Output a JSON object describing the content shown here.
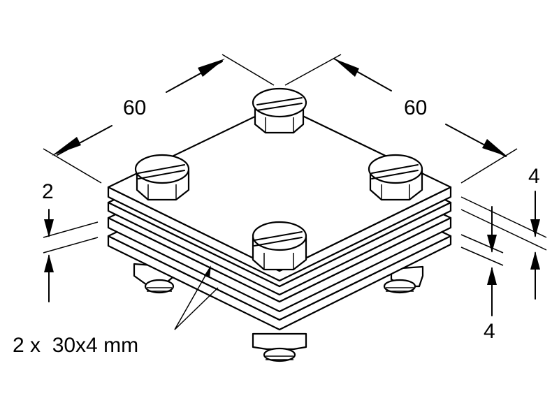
{
  "dimensions": {
    "length_left": "60",
    "length_right": "60",
    "plate_thickness": "2",
    "gap_top": "4",
    "gap_bottom": "4",
    "strip_spec": "2 x  30x4 mm"
  }
}
